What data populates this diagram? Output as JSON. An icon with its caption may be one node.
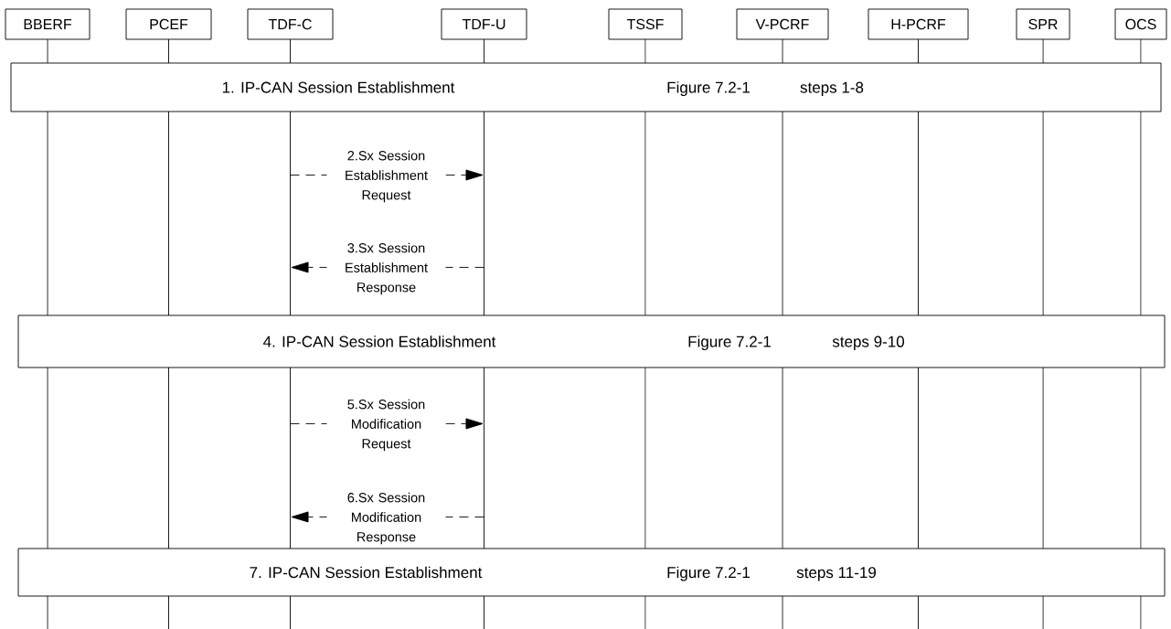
{
  "diagram": {
    "nodes": [
      {
        "text": [
          "BBERF"
        ]
      },
      {
        "text": [
          "PCEF"
        ]
      },
      {
        "text": [
          "TDF-C"
        ]
      },
      {
        "text": [
          "TDF-U"
        ]
      },
      {
        "text": [
          "TSSF"
        ]
      },
      {
        "text": [
          "V-PCRF"
        ]
      },
      {
        "text": [
          "H-PCRF"
        ]
      },
      {
        "text": [
          "SPR"
        ]
      },
      {
        "text": [
          "OCS"
        ]
      },
      {
        "text": [
          "1. IP-CAN Session Establishment",
          "Figure 7.2-1",
          "steps 1-8"
        ]
      },
      {
        "text": [
          "4. IP-CAN Session Establishment",
          "Figure 7.2-1",
          "steps 9-10"
        ]
      },
      {
        "text": [
          "7. IP-CAN Session Establishment",
          "Figure 7.2-1",
          "steps 11-19"
        ]
      }
    ],
    "edges": [
      {
        "from": 2,
        "to": 3,
        "arrow": "to",
        "style": "dashed",
        "label": "2.Sx Session Establishment Request"
      },
      {
        "from": 3,
        "to": 2,
        "arrow": "to",
        "style": "dashed",
        "label": "3.Sx Session Establishment Response"
      },
      {
        "from": 2,
        "to": 3,
        "arrow": "to",
        "style": "dashed",
        "label": "5.Sx Session Modification Request"
      },
      {
        "from": 3,
        "to": 2,
        "arrow": "to",
        "style": "dashed",
        "label": "6.Sx Session Modification Response"
      }
    ]
  }
}
